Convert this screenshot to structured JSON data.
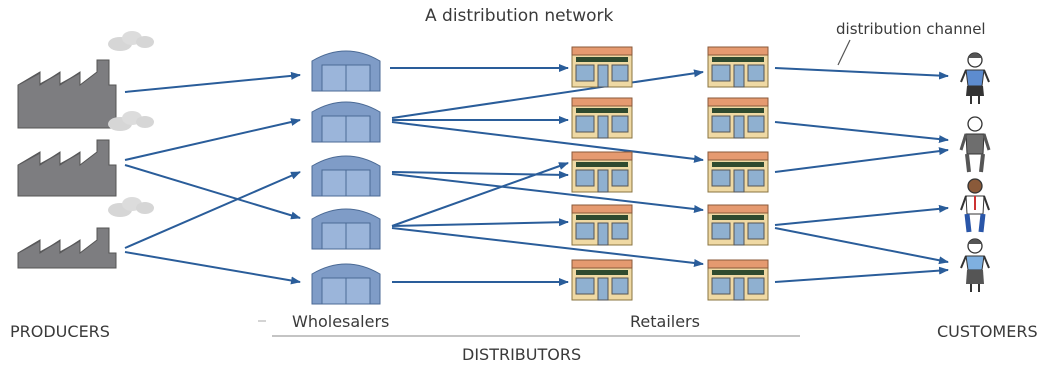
{
  "diagram": {
    "title": "A distribution network",
    "channel_label": "distribution channel",
    "groups": {
      "producers": "PRODUCERS",
      "wholesalers": "Wholesalers",
      "retailers": "Retailers",
      "distributors": "DISTRIBUTORS",
      "customers": "CUSTOMERS"
    },
    "colors": {
      "arrow": "#2a5d9a",
      "factory": "#7d7d80",
      "warehouse": "#7f9cc7",
      "shop_wall": "#efd9a4",
      "shop_roof": "#e59a70",
      "shop_window": "#8fb0d0"
    },
    "node_types": {
      "producer": "factory-icon",
      "wholesaler": "warehouse-icon",
      "retailer": "shop-icon",
      "customer": "person-icon"
    },
    "node_counts": {
      "producers": 3,
      "wholesalers": 5,
      "retailers_col1": 5,
      "retailers_col2": 5,
      "customers": 4
    }
  }
}
